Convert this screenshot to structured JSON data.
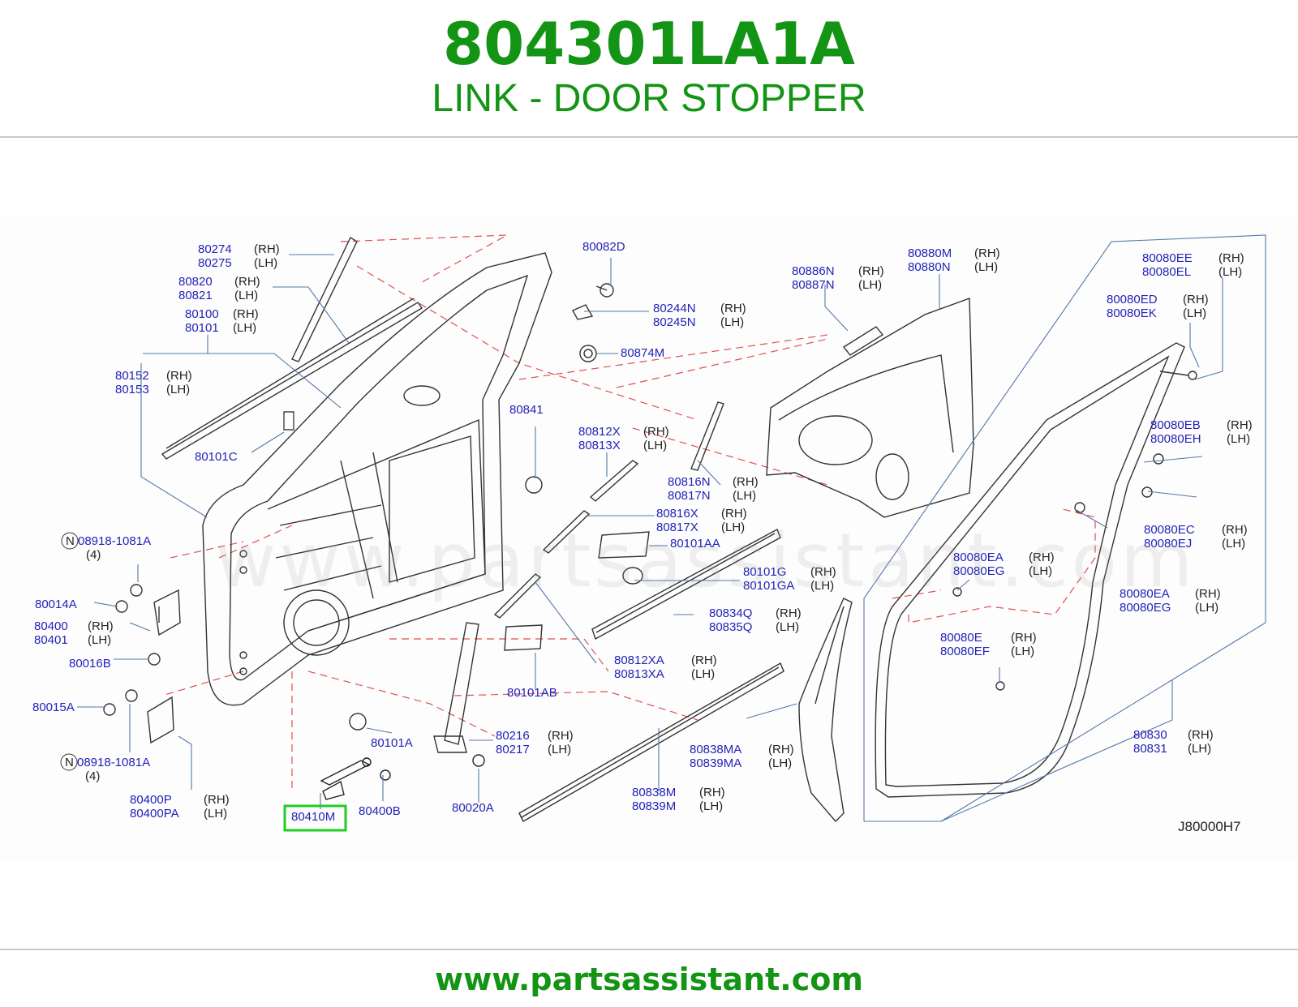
{
  "header": {
    "part_number": "804301LA1A",
    "part_name": "LINK - DOOR STOPPER"
  },
  "diagram": {
    "watermark": "www.partsassistant.com",
    "reference": "J80000H7",
    "highlighted_part": "80410M",
    "callouts": [
      {
        "id": "c01",
        "codes": [
          "80274",
          "80275"
        ],
        "sides": [
          "(RH)",
          "(LH)"
        ]
      },
      {
        "id": "c02",
        "codes": [
          "80820",
          "80821"
        ],
        "sides": [
          "(RH)",
          "(LH)"
        ]
      },
      {
        "id": "c03",
        "codes": [
          "80100",
          "80101"
        ],
        "sides": [
          "(RH)",
          "(LH)"
        ]
      },
      {
        "id": "c04",
        "codes": [
          "80152",
          "80153"
        ],
        "sides": [
          "(RH)",
          "(LH)"
        ]
      },
      {
        "id": "c05",
        "codes": [
          "80101C"
        ],
        "sides": []
      },
      {
        "id": "c06",
        "codes": [
          "80082D"
        ],
        "sides": []
      },
      {
        "id": "c07",
        "codes": [
          "80244N",
          "80245N"
        ],
        "sides": [
          "(RH)",
          "(LH)"
        ]
      },
      {
        "id": "c08",
        "codes": [
          "80874M"
        ],
        "sides": []
      },
      {
        "id": "c09",
        "codes": [
          "80841"
        ],
        "sides": []
      },
      {
        "id": "c10",
        "codes": [
          "80812X",
          "80813X"
        ],
        "sides": [
          "(RH)",
          "(LH)"
        ]
      },
      {
        "id": "c11",
        "codes": [
          "80816N",
          "80817N"
        ],
        "sides": [
          "(RH)",
          "(LH)"
        ]
      },
      {
        "id": "c12",
        "codes": [
          "80816X",
          "80817X"
        ],
        "sides": [
          "(RH)",
          "(LH)"
        ]
      },
      {
        "id": "c13",
        "codes": [
          "80101AA"
        ],
        "sides": []
      },
      {
        "id": "c14",
        "codes": [
          "80101G",
          "80101GA"
        ],
        "sides": [
          "(RH)",
          "(LH)"
        ]
      },
      {
        "id": "c15",
        "codes": [
          "80834Q",
          "80835Q"
        ],
        "sides": [
          "(RH)",
          "(LH)"
        ]
      },
      {
        "id": "c16",
        "codes": [
          "80812XA",
          "80813XA"
        ],
        "sides": [
          "(RH)",
          "(LH)"
        ]
      },
      {
        "id": "c17",
        "codes": [
          "80101AB"
        ],
        "sides": []
      },
      {
        "id": "c18",
        "codes": [
          "80216",
          "80217"
        ],
        "sides": [
          "(RH)",
          "(LH)"
        ]
      },
      {
        "id": "c19",
        "codes": [
          "80020A"
        ],
        "sides": []
      },
      {
        "id": "c20",
        "codes": [
          "80838M",
          "80839M"
        ],
        "sides": [
          "(RH)",
          "(LH)"
        ]
      },
      {
        "id": "c21",
        "codes": [
          "80838MA",
          "80839MA"
        ],
        "sides": [
          "(RH)",
          "(LH)"
        ]
      },
      {
        "id": "c22",
        "codes": [
          "80101A"
        ],
        "sides": []
      },
      {
        "id": "c23",
        "codes": [
          "80400B"
        ],
        "sides": []
      },
      {
        "id": "c24",
        "codes": [
          "80410M"
        ],
        "sides": []
      },
      {
        "id": "c25",
        "codes": [
          "80400P",
          "80400PA"
        ],
        "sides": [
          "(RH)",
          "(LH)"
        ]
      },
      {
        "id": "c26",
        "codes": [
          "08918-1081A"
        ],
        "sides": [
          "(4)"
        ]
      },
      {
        "id": "c27",
        "codes": [
          "08918-1081A"
        ],
        "sides": [
          "(4)"
        ]
      },
      {
        "id": "c28",
        "codes": [
          "80014A"
        ],
        "sides": []
      },
      {
        "id": "c29",
        "codes": [
          "80400",
          "80401"
        ],
        "sides": [
          "(RH)",
          "(LH)"
        ]
      },
      {
        "id": "c30",
        "codes": [
          "80016B"
        ],
        "sides": []
      },
      {
        "id": "c31",
        "codes": [
          "80015A"
        ],
        "sides": []
      },
      {
        "id": "c32",
        "codes": [
          "80886N",
          "80887N"
        ],
        "sides": [
          "(RH)",
          "(LH)"
        ]
      },
      {
        "id": "c33",
        "codes": [
          "80880M",
          "80880N"
        ],
        "sides": [
          "(RH)",
          "(LH)"
        ]
      },
      {
        "id": "c34",
        "codes": [
          "80080EE",
          "80080EL"
        ],
        "sides": [
          "(RH)",
          "(LH)"
        ]
      },
      {
        "id": "c35",
        "codes": [
          "80080ED",
          "80080EK"
        ],
        "sides": [
          "(RH)",
          "(LH)"
        ]
      },
      {
        "id": "c36",
        "codes": [
          "80080EB",
          "80080EH"
        ],
        "sides": [
          "(RH)",
          "(LH)"
        ]
      },
      {
        "id": "c37",
        "codes": [
          "80080EC",
          "80080EJ"
        ],
        "sides": [
          "(RH)",
          "(LH)"
        ]
      },
      {
        "id": "c38",
        "codes": [
          "80080EA",
          "80080EG"
        ],
        "sides": [
          "(RH)",
          "(LH)"
        ]
      },
      {
        "id": "c39",
        "codes": [
          "80080EA",
          "80080EG"
        ],
        "sides": [
          "(RH)",
          "(LH)"
        ]
      },
      {
        "id": "c40",
        "codes": [
          "80080E",
          "80080EF"
        ],
        "sides": [
          "(RH)",
          "(LH)"
        ]
      },
      {
        "id": "c41",
        "codes": [
          "80830",
          "80831"
        ],
        "sides": [
          "(RH)",
          "(LH)"
        ]
      }
    ]
  },
  "footer": {
    "url": "www.partsassistant.com"
  },
  "colors": {
    "brand_green": "#149414",
    "callout_blue": "#2222b8",
    "leader_blue": "#5577aa",
    "dashed_red": "#e05050",
    "outline": "#333333"
  }
}
